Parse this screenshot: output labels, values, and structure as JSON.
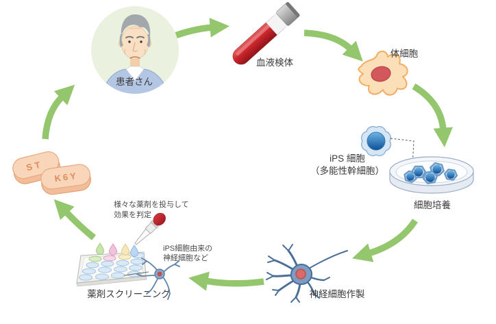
{
  "figure": {
    "description": "iPS cell drug discovery cycle diagram",
    "labels": {
      "patient": "患者さん",
      "blood_sample": "血液検体",
      "somatic_cell": "体細胞",
      "ips_cell": "iPS 細胞",
      "ips_cell_sub": "（多能性幹細胞）",
      "cell_culture": "細胞培養",
      "neuron_production": "神経細胞作製",
      "drug_screening": "薬剤スクリーニング"
    },
    "annotations": {
      "drug_note_1": "様々な薬剤を投与して",
      "drug_note_2": "効果を判定",
      "derived_note_1": "iPS細胞由来の",
      "derived_note_2": "神経細胞など"
    },
    "pills": {
      "pill_1": "ST",
      "pill_2": "K6Y"
    },
    "icons": [
      "patient-icon",
      "blood-tube-icon",
      "somatic-cell-icon",
      "ips-cell-icon",
      "petri-dish-icon",
      "neuron-icon",
      "small-neuron-icon",
      "well-plate-icon",
      "dropper-icon",
      "drop-icon",
      "pill-icon",
      "arrow-icon"
    ],
    "colors": {
      "arrow_green": "#94c76d",
      "blood_red": "#c9252b",
      "cell_blue": "#1d64a8",
      "pill_peach": "#f9d6ba",
      "patient_bg": "#eaf1df",
      "neuron_blue": "#7c9cc2",
      "somatic_peach": "#fbdfb8",
      "nucleus_red": "#d2585c"
    }
  }
}
